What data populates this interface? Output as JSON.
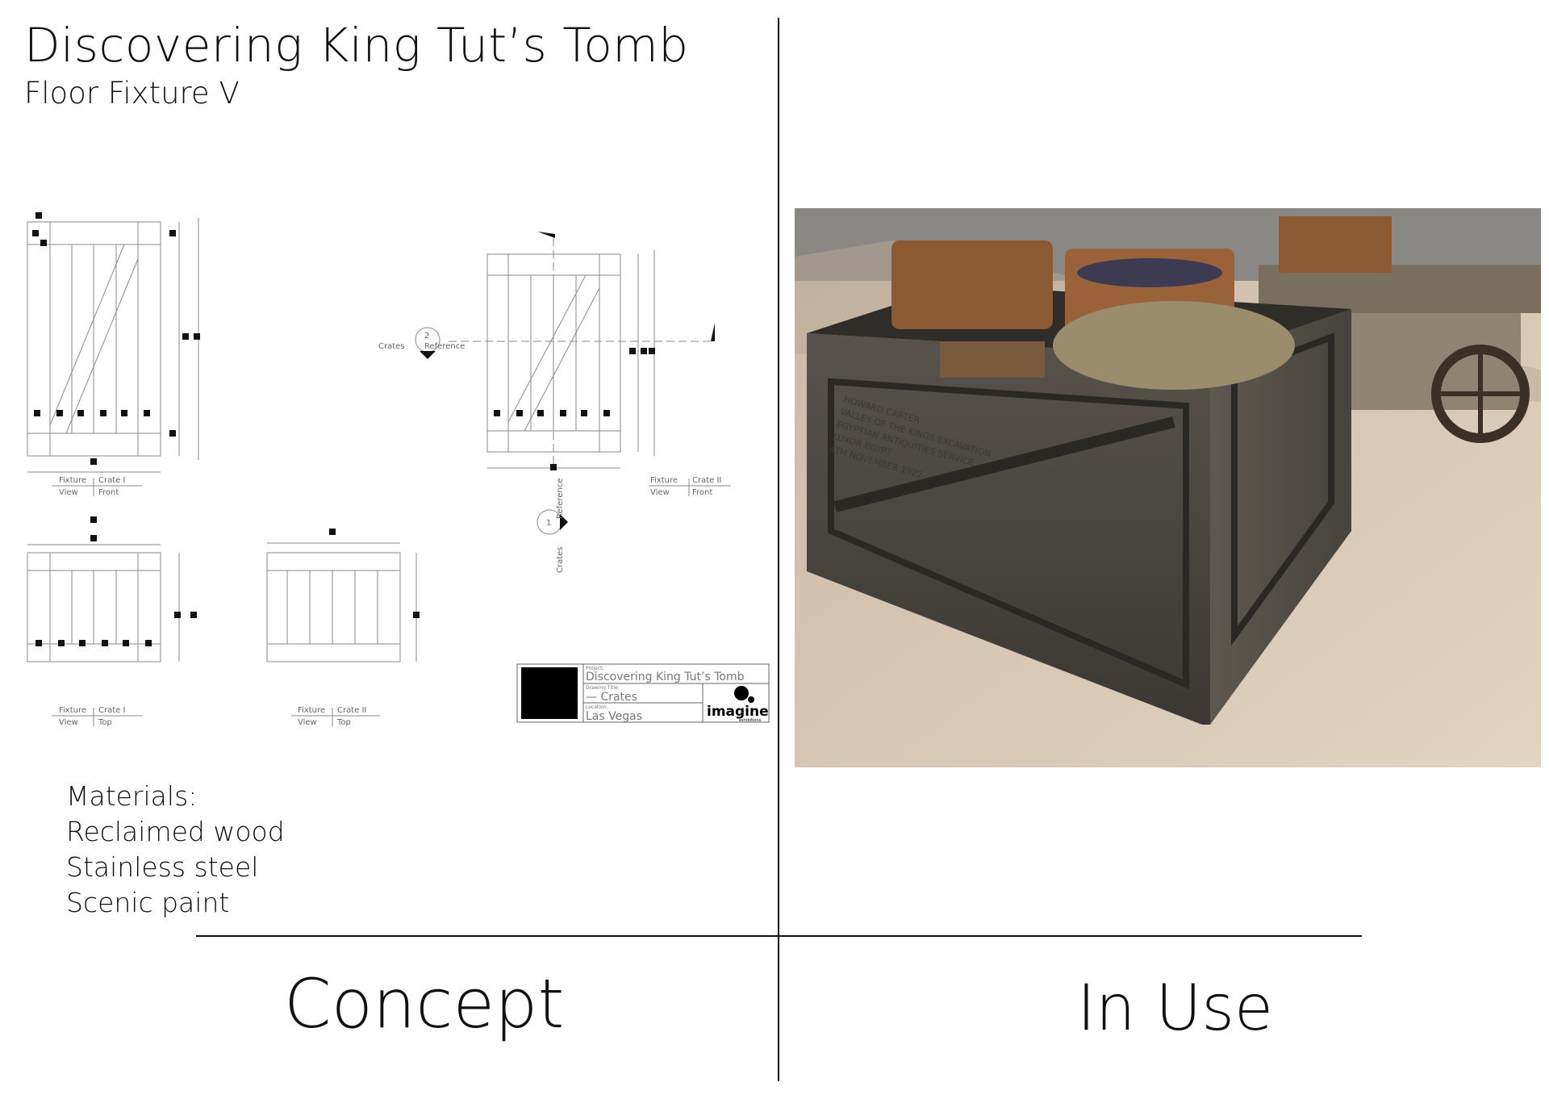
{
  "header": {
    "title": "Discovering King Tut’s Tomb",
    "subtitle": "Floor Fixture V"
  },
  "materials": {
    "heading": "Materials:",
    "items": [
      "Reclaimed wood",
      "Stainless steel",
      "Scenic paint"
    ]
  },
  "footer": {
    "left_label": "Concept",
    "right_label": "In Use"
  },
  "drawing": {
    "front_view_1": [
      "Fixture",
      "Crate I",
      "View",
      "Front"
    ],
    "front_view_2": [
      "Fixture",
      "Crate II",
      "View",
      "Front"
    ],
    "top_view_1": [
      "Fixture",
      "Crate I",
      "View",
      "Top"
    ],
    "top_view_2": [
      "Fixture",
      "Crate II",
      "View",
      "Top"
    ],
    "section_marker_h": [
      "Crates",
      "Reference",
      "2"
    ],
    "section_marker_v": [
      "Crates",
      "Reference",
      "1"
    ],
    "title_block": {
      "project_caption": "Project:",
      "project": "Discovering King Tut’s Tomb",
      "drawing_caption": "Drawing Title:",
      "drawing_title": "—  Crates",
      "location_caption": "Location:",
      "location": "Las Vegas",
      "logo": "imagine",
      "logo_sub": "exhibitions"
    }
  },
  "photo": {
    "crate_stencil": [
      "HOWARD CARTER",
      "VALLEY OF THE KINGS EXCAVATION",
      "EGYPTIAN ANTIQUITIES SERVICE",
      "LUXOR EGYPT",
      "4TH NOVEMBER 1922"
    ]
  },
  "colors": {
    "ink": "#111111",
    "line": "#8a8a8a",
    "wood_dark": "#4a4741",
    "floor": "#d9c7b1"
  }
}
